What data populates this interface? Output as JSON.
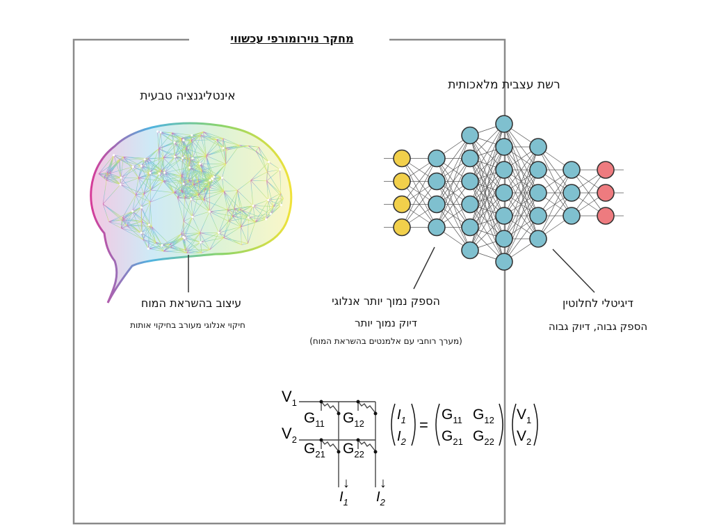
{
  "frame": {
    "title": "מחקר נוירומורפי עכשווי"
  },
  "natural": {
    "title": "אינטליגנציה טבעית",
    "label": "עיצוב בהשראת המוח",
    "subtitle": "חיקוי אנלוגי מעורב בחיקוי אותות"
  },
  "ann": {
    "title": "רשת עצבית מלאכותית",
    "middle_label_1": "הספק נמוך יותר אנלוגי",
    "middle_label_2": "דיוק נמוך יותר",
    "middle_note": "(מערך רוחבי עם אלמנטים בהשראת המוח)",
    "digital_label": "דיגיטלי לחלוטין",
    "digital_sub": "הספק גבוה, דיוק גבוה"
  },
  "colors": {
    "input_node": "#f2d04b",
    "hidden_node": "#7fc0cf",
    "output_node": "#ee7b7f",
    "node_stroke": "#333333",
    "frame": "#888888"
  },
  "crossbar": {
    "v1": "V",
    "v1_sub": "1",
    "v2": "V",
    "v2_sub": "2",
    "g11": "G",
    "g11_sub": "11",
    "g12": "G",
    "g12_sub": "12",
    "g21": "G",
    "g21_sub": "21",
    "g22": "G",
    "g22_sub": "22",
    "i1": "I",
    "i1_sub": "1",
    "i2": "I",
    "i2_sub": "2",
    "arrow": "↓",
    "equals": "="
  }
}
